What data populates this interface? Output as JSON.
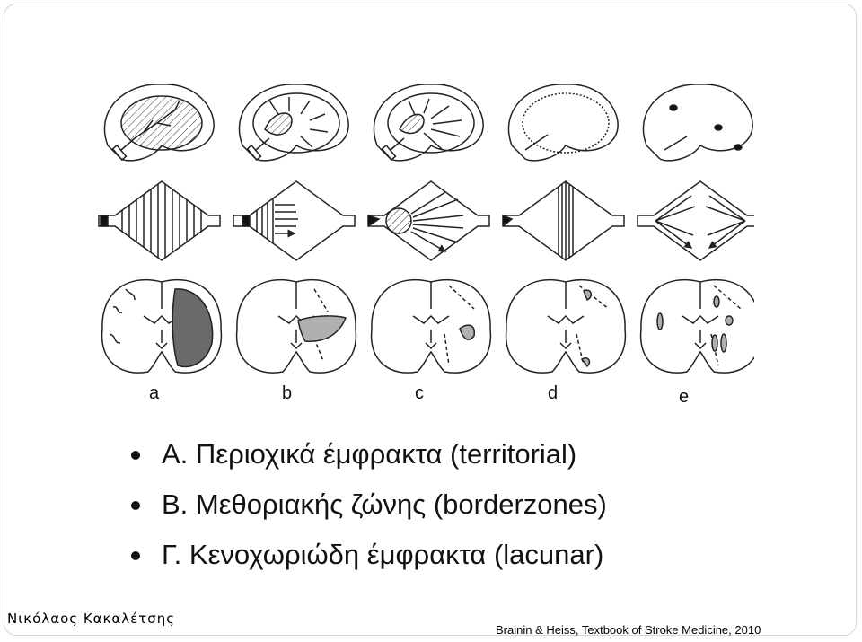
{
  "figure": {
    "panel_labels": [
      "a",
      "b",
      "c",
      "d",
      "e"
    ],
    "colors": {
      "line": "#222222",
      "infarct_fill": "#6a6a6a",
      "light_fill": "#b0b0b0"
    }
  },
  "bullets": [
    "A. Περιοχικά έμφρακτα (territorial)",
    "B. Μεθοριακής ζώνης (borderzones)",
    "Γ. Κενοχωριώδη έμφρακτα (lacunar)"
  ],
  "footer": {
    "author": "Νικόλαος Κακαλέτσης",
    "source": "Brainin & Heiss, Textbook of Stroke Medicine, 2010"
  }
}
